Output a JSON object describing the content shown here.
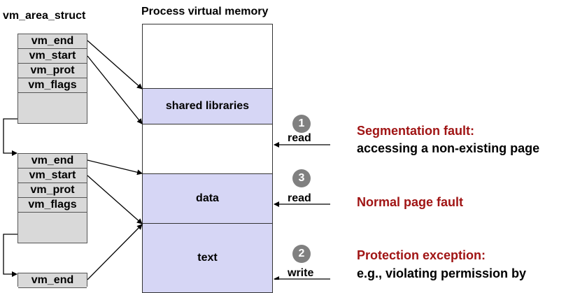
{
  "struct_label": "vm_area_struct",
  "memory_label": "Process virtual memory",
  "vma_fields": [
    "vm_end",
    "vm_start",
    "vm_prot",
    "vm_flags"
  ],
  "regions": {
    "shared": "shared libraries",
    "data": "data",
    "text": "text"
  },
  "accesses": [
    {
      "number": "1",
      "op": "read"
    },
    {
      "number": "3",
      "op": "read"
    },
    {
      "number": "2",
      "op": "write"
    }
  ],
  "faults": [
    {
      "title": "Segmentation fault:",
      "desc": "accessing a non-existing page"
    },
    {
      "title": "Normal page fault",
      "desc": ""
    },
    {
      "title": "Protection exception:",
      "desc": "e.g., violating permission by"
    }
  ],
  "colors": {
    "region_fill": "#d6d6f5",
    "struct_fill": "#d9d9d9",
    "fault_title": "#a01414",
    "badge": "#808080"
  }
}
